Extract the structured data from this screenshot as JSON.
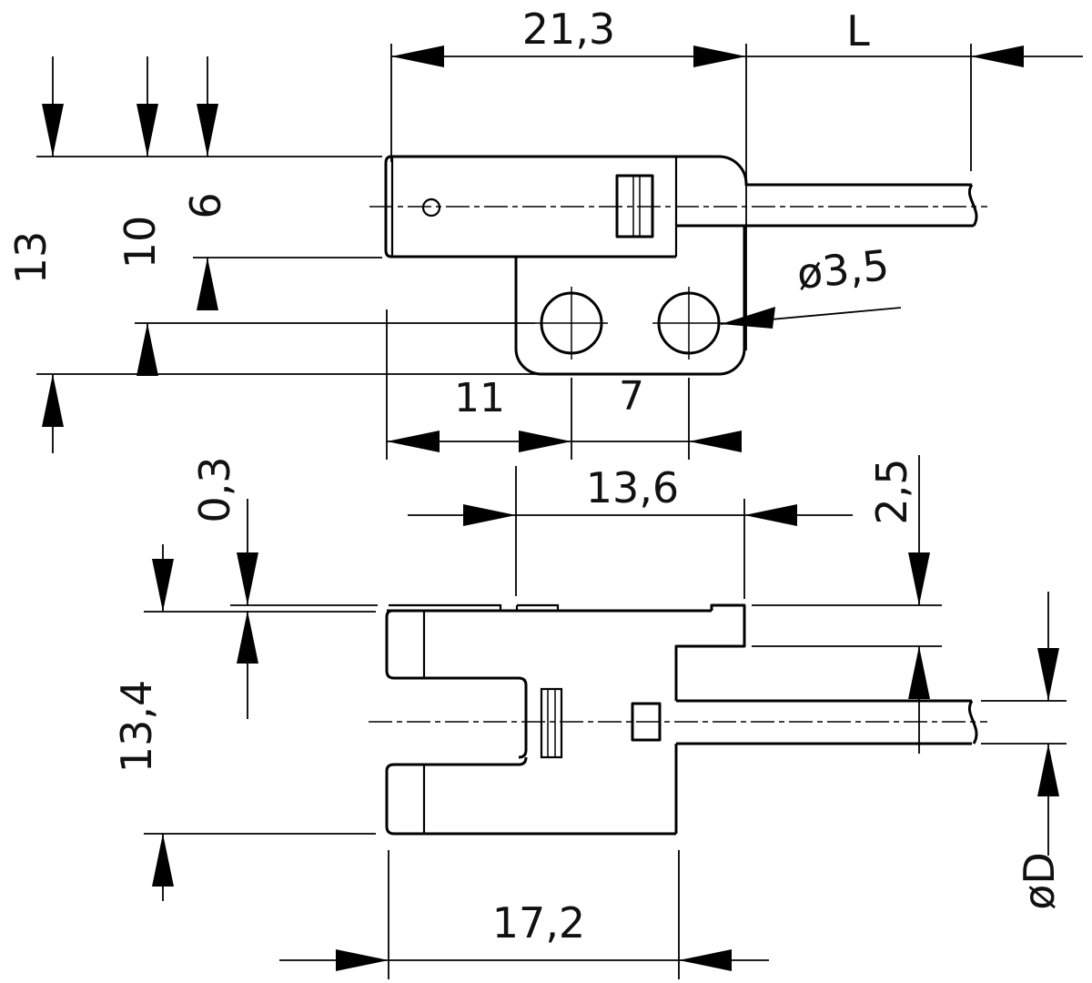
{
  "top_view": {
    "dim_body_length": "21,3",
    "dim_cable_length": "L",
    "dim_total_height": "13",
    "dim_hole_axis_offset": "10",
    "dim_body_height": "6",
    "dim_hole_diameter": "ø3,5",
    "dim_hole_left_offset": "11",
    "dim_hole_spacing": "7"
  },
  "bottom_view": {
    "dim_inner_width": "13,6",
    "dim_plate_thickness": "0,3",
    "dim_body_height": "13,4",
    "dim_step_height": "2,5",
    "dim_cable_diameter": "øD",
    "dim_body_width": "17,2"
  },
  "colors": {
    "line": "#000000",
    "background": "#ffffff"
  }
}
